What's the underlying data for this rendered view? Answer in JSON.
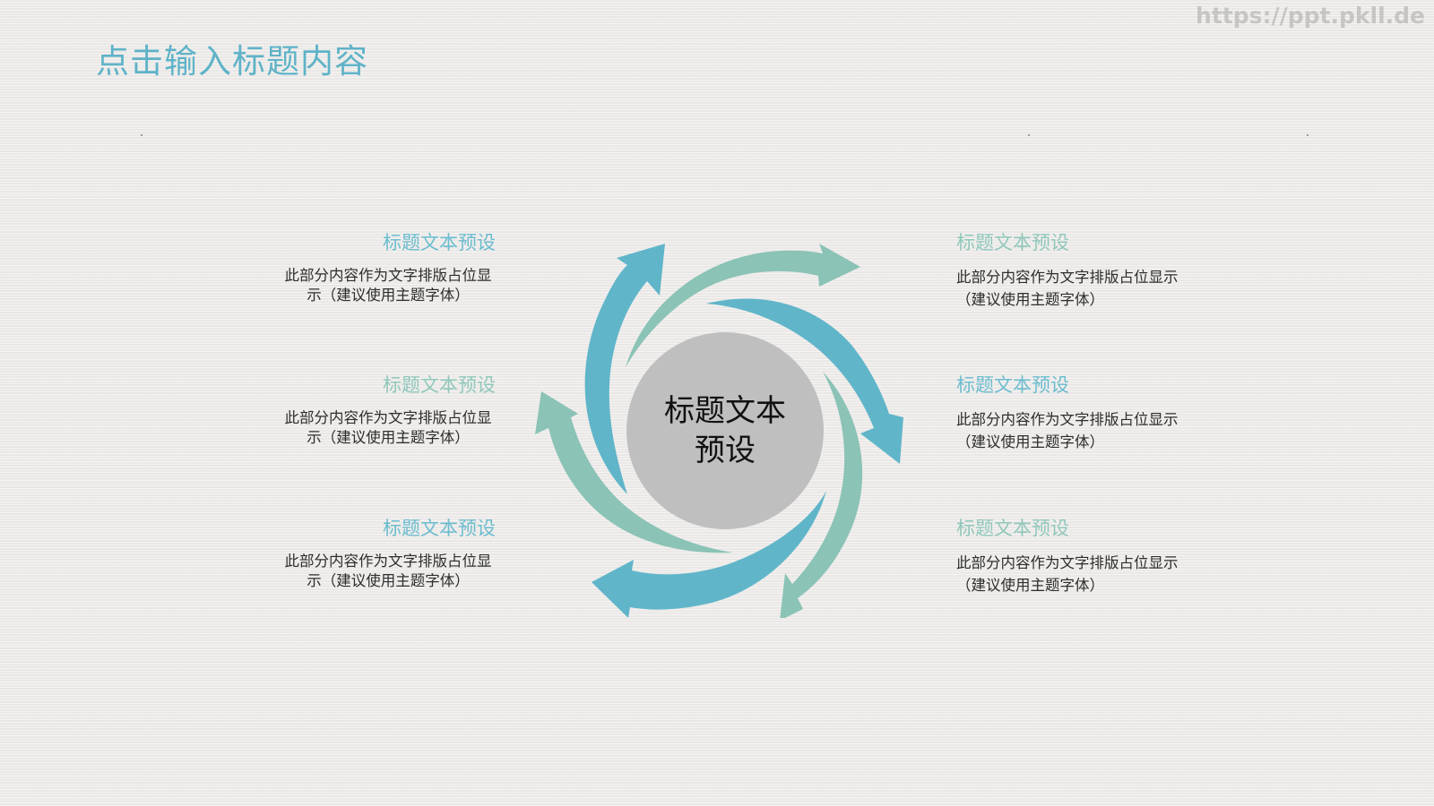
{
  "watermark": "https://ppt.pkll.de",
  "slide": {
    "title": "点击输入标题内容"
  },
  "center": {
    "label": "标题文本预设"
  },
  "colors": {
    "title": "#5fb3c8",
    "blue_arrow": "#60b5c9",
    "green_arrow": "#8bc3b6",
    "circle": "#c0bfc0"
  },
  "items_left": [
    {
      "title": "标题文本预设",
      "desc": "此部分内容作为文字排版占位显示（建议使用主题字体）",
      "title_color": "#6cbccf"
    },
    {
      "title": "标题文本预设",
      "desc": "此部分内容作为文字排版占位显示（建议使用主题字体）",
      "title_color": "#90c7bb"
    },
    {
      "title": "标题文本预设",
      "desc": "此部分内容作为文字排版占位显示（建议使用主题字体）",
      "title_color": "#6cbccf"
    }
  ],
  "items_right": [
    {
      "title": "标题文本预设",
      "desc": "此部分内容作为文字排版占位显示（建议使用主题字体）",
      "title_color": "#90c7bb"
    },
    {
      "title": "标题文本预设",
      "desc": "此部分内容作为文字排版占位显示（建议使用主题字体）",
      "title_color": "#6cbccf"
    },
    {
      "title": "标题文本预设",
      "desc": "此部分内容作为文字排版占位显示（建议使用主题字体）",
      "title_color": "#90c7bb"
    }
  ]
}
